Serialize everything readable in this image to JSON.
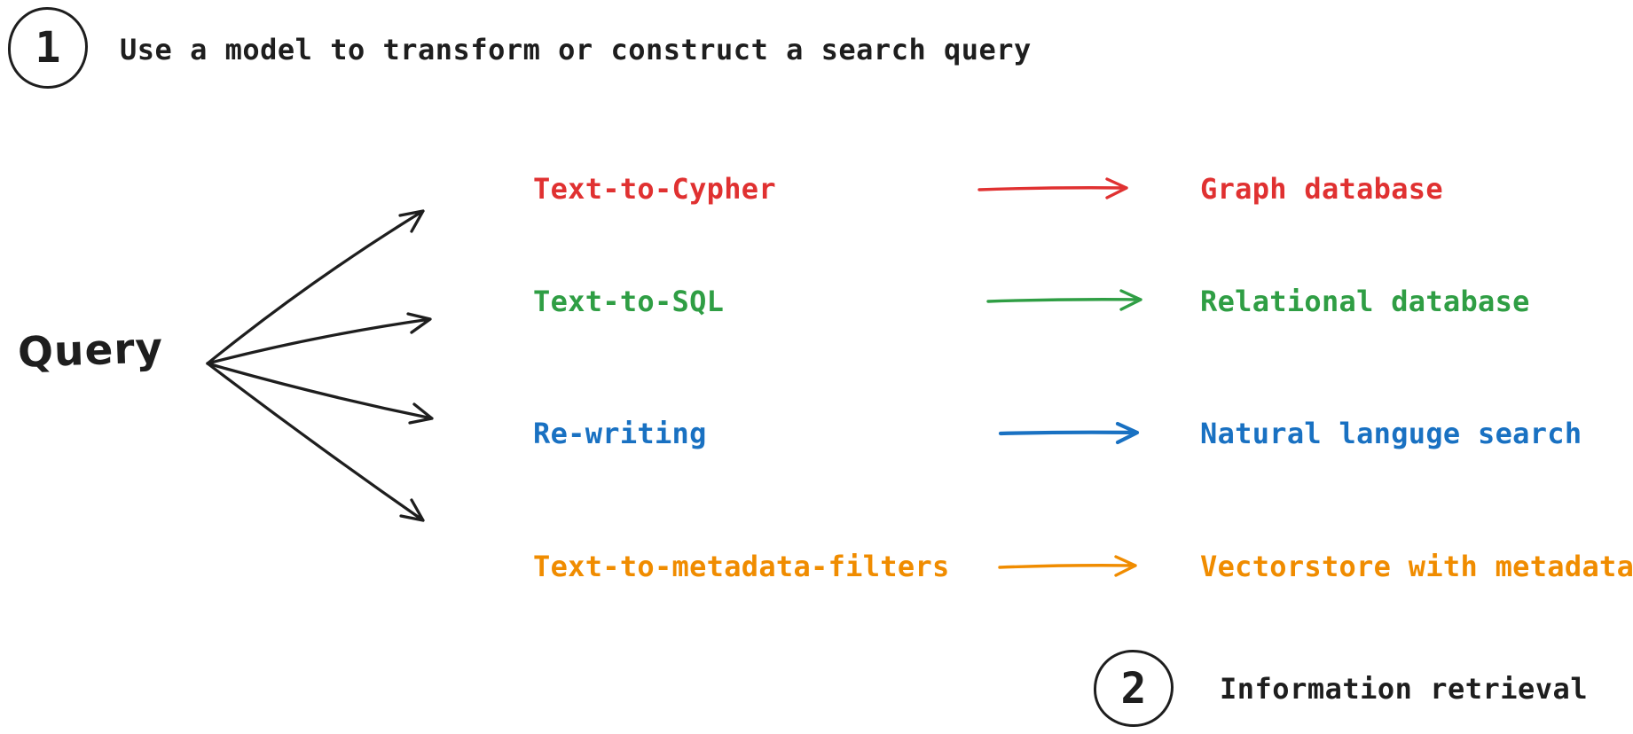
{
  "colors": {
    "ink": "#1e1e1e",
    "red": "#e03131",
    "green": "#2f9e44",
    "blue": "#1971c2",
    "orange": "#f08c00"
  },
  "step1": {
    "number": "1",
    "label": "Use a model to transform or construct a search query"
  },
  "query": {
    "label": "Query"
  },
  "rows": [
    {
      "method": "Text-to-Cypher",
      "target": "Graph database",
      "color": "#e03131"
    },
    {
      "method": "Text-to-SQL",
      "target": "Relational database",
      "color": "#2f9e44"
    },
    {
      "method": "Re-writing",
      "target": "Natural languge search",
      "color": "#1971c2"
    },
    {
      "method": "Text-to-metadata-filters",
      "target": "Vectorstore with metadata",
      "color": "#f08c00"
    }
  ],
  "step2": {
    "number": "2",
    "label": "Information retrieval"
  }
}
